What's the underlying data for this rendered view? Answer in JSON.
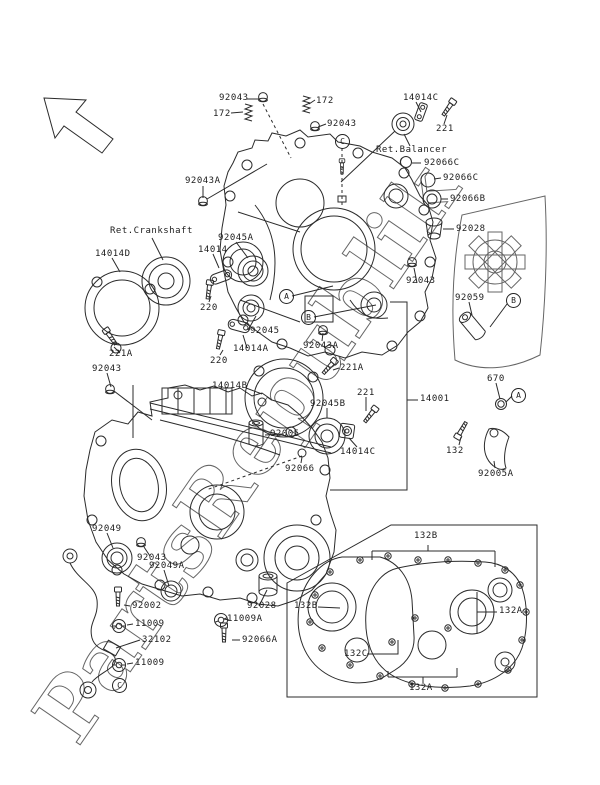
{
  "watermark": {
    "text": "PartsRepublik",
    "color": "#cccccc"
  },
  "ink_color": "#2b2b2b",
  "labels": [
    {
      "text": "92043"
    },
    {
      "text": "172"
    },
    {
      "text": "172"
    },
    {
      "text": "92043"
    },
    {
      "text": "14014C"
    },
    {
      "text": "221"
    },
    {
      "text": "Ret.Balancer"
    },
    {
      "text": "92066C"
    },
    {
      "text": "92066C"
    },
    {
      "text": "92066B"
    },
    {
      "text": "92028"
    },
    {
      "text": "92043A"
    },
    {
      "text": "Ret.Crankshaft"
    },
    {
      "text": "14014D"
    },
    {
      "text": "14014"
    },
    {
      "text": "92045A"
    },
    {
      "text": "220"
    },
    {
      "text": "92045"
    },
    {
      "text": "14014A"
    },
    {
      "text": "220"
    },
    {
      "text": "221A"
    },
    {
      "text": "92043"
    },
    {
      "text": "14014B"
    },
    {
      "text": "92043A"
    },
    {
      "text": "221A"
    },
    {
      "text": "221"
    },
    {
      "text": "92045B"
    },
    {
      "text": "92005"
    },
    {
      "text": "14014C"
    },
    {
      "text": "92066"
    },
    {
      "text": "92043"
    },
    {
      "text": "92059"
    },
    {
      "text": "14001"
    },
    {
      "text": "670"
    },
    {
      "text": "132"
    },
    {
      "text": "92005A"
    },
    {
      "text": "92049"
    },
    {
      "text": "92043"
    },
    {
      "text": "92049A"
    },
    {
      "text": "92002"
    },
    {
      "text": "11009"
    },
    {
      "text": "32102"
    },
    {
      "text": "11009"
    },
    {
      "text": "92028"
    },
    {
      "text": "11009A"
    },
    {
      "text": "92066A"
    },
    {
      "text": "132B"
    },
    {
      "text": "132B"
    },
    {
      "text": "132A"
    },
    {
      "text": "132C"
    },
    {
      "text": "132A"
    }
  ],
  "circles": [
    {
      "text": "C"
    },
    {
      "text": "A"
    },
    {
      "text": "B"
    },
    {
      "text": "B"
    },
    {
      "text": "A"
    },
    {
      "text": "C"
    }
  ]
}
